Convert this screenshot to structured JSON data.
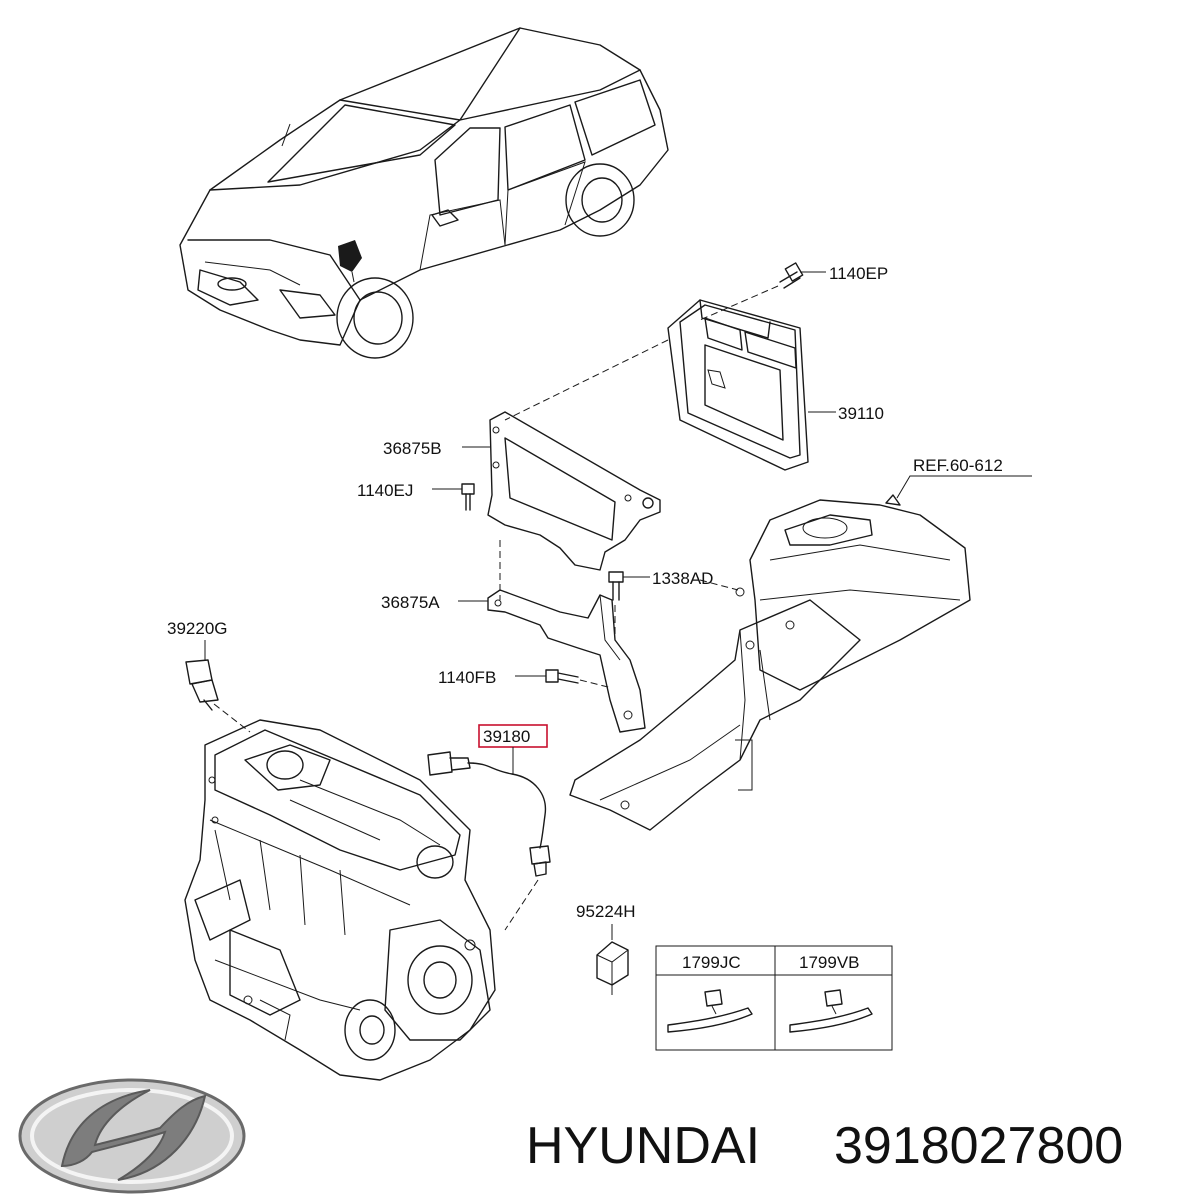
{
  "labels": {
    "l1140EP": "1140EP",
    "l39110": "39110",
    "lREF": "REF.60-612",
    "l36875B": "36875B",
    "l1140EJ": "1140EJ",
    "l1338AD": "1338AD",
    "l36875A": "36875A",
    "l39220G": "39220G",
    "l1140FB": "1140FB",
    "l39180": "39180",
    "l95224H": "95224H",
    "l1799JC": "1799JC",
    "l1799VB": "1799VB"
  },
  "footer": {
    "brand": "HYUNDAI",
    "part_number": "3918027800"
  },
  "colors": {
    "highlight_box": "#c8102e",
    "line": "#1a1a1a"
  },
  "icons": [
    "hyundai-logo-icon"
  ]
}
